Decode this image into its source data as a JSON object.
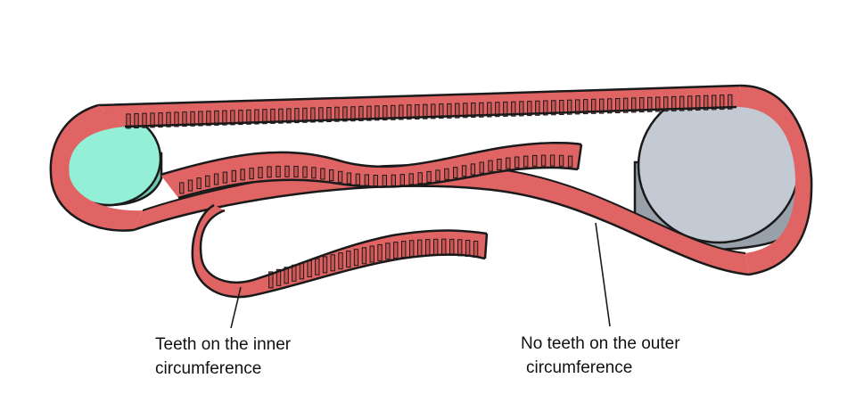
{
  "labels": {
    "inner_line1": "Teeth on the inner",
    "inner_line2": "circumference",
    "outer_line1": "No teeth on the outer",
    "outer_line2": "circumference"
  },
  "colors": {
    "belt_face": "#e06464",
    "belt_edge": "#c84b4b",
    "belt_tooth": "#c95454",
    "outline": "#1a1a1a",
    "pulley_left_top": "#93efd5",
    "pulley_left_side": "#6fc9ae",
    "pulley_right_top": "#c3cad3",
    "pulley_right_side": "#98a0aa",
    "background": "#ffffff"
  },
  "icons": {
    "left_pulley": "small-pulley-icon",
    "right_pulley": "large-pulley-icon"
  }
}
